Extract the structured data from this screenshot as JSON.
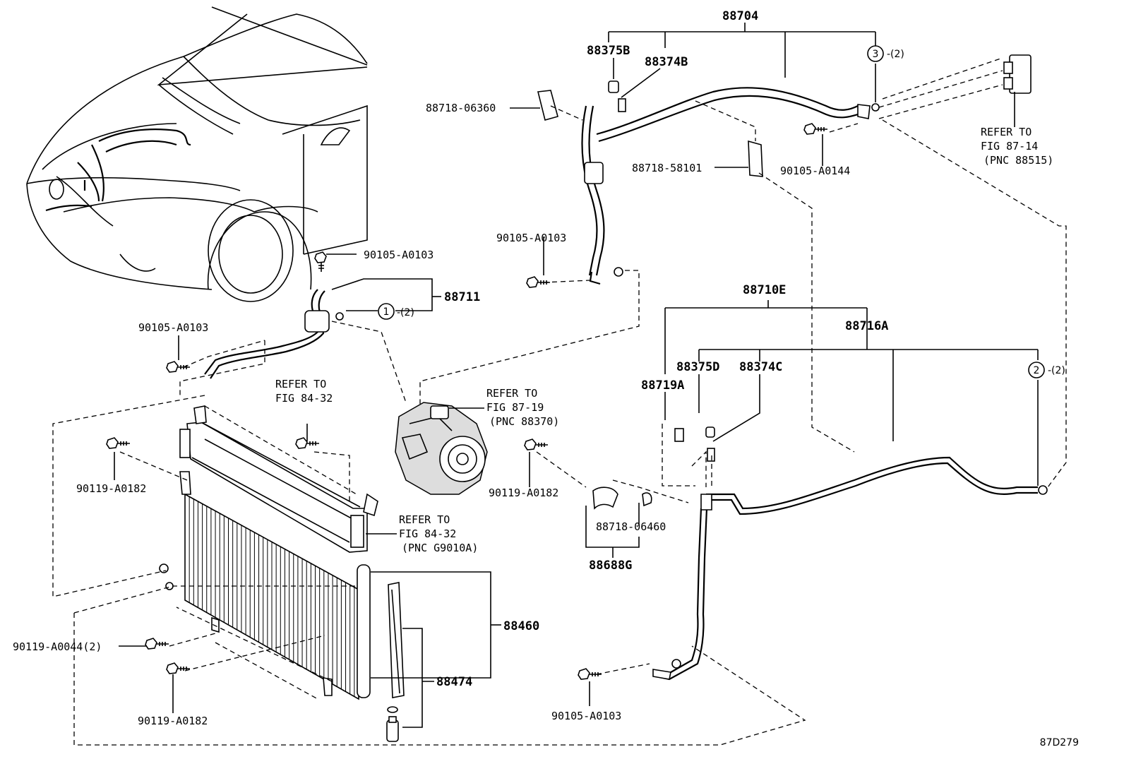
{
  "figure_code": "87D279",
  "parts": {
    "p88704": "88704",
    "p88375B": "88375B",
    "p88374B": "88374B",
    "p88718_06360": "88718-06360",
    "p88718_58101": "88718-58101",
    "p90105_A0144": "90105-A0144",
    "p90105_A0103_top": "90105-A0103",
    "p90105_A0103_mid": "90105-A0103",
    "p90105_A0103_left": "90105-A0103",
    "p90105_A0103_bottom": "90105-A0103",
    "p88711": "88711",
    "p88710E": "88710E",
    "p88716A": "88716A",
    "p88375D": "88375D",
    "p88374C": "88374C",
    "p88719A": "88719A",
    "p90119_A0182_left": "90119-A0182",
    "p90119_A0182_mid": "90119-A0182",
    "p90119_A0182_bottom": "90119-A0182",
    "p88718_06460": "88718-06460",
    "p88688G": "88688G",
    "p88460": "88460",
    "p88474": "88474",
    "p90119_A0044": "90119-A0044(2)"
  },
  "callouts": {
    "c1": {
      "num": "1",
      "qty": "-(2)"
    },
    "c2": {
      "num": "2",
      "qty": "-(2)"
    },
    "c3": {
      "num": "3",
      "qty": "-(2)"
    }
  },
  "references": {
    "fig87_14": {
      "line1": "REFER TO",
      "line2": "FIG 87-14",
      "line3": "(PNC 88515)"
    },
    "fig87_19": {
      "line1": "REFER TO",
      "line2": "FIG 87-19",
      "line3": "(PNC 88370)"
    },
    "fig84_32_top": {
      "line1": "REFER TO",
      "line2": "FIG 84-32"
    },
    "fig84_32_pnc": {
      "line1": "REFER TO",
      "line2": "FIG 84-32",
      "line3": "(PNC G9010A)"
    }
  }
}
